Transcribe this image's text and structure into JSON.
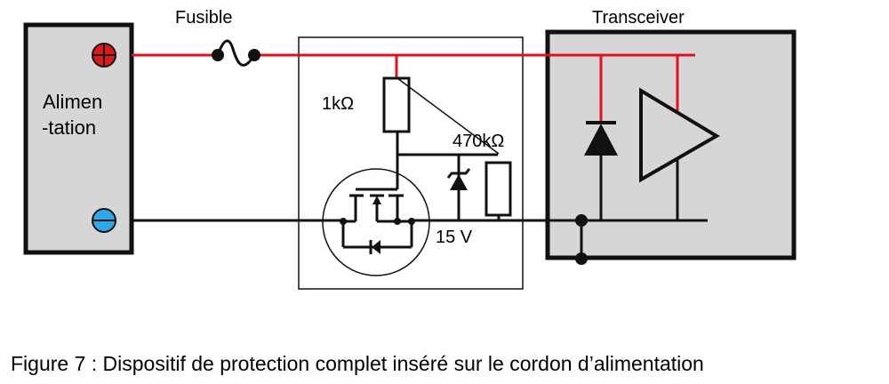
{
  "labels": {
    "fuse": "Fusible",
    "transceiver": "Transceiver",
    "supply_line1": "Alimen",
    "supply_line2": "-tation",
    "resistor_1": "1kΩ",
    "resistor_2": "470kΩ",
    "zener": "15 V"
  },
  "caption": "Figure 7 : Dispositif de protection complet inséré sur le cordon d’alimentation",
  "colors": {
    "positive_wire": "#e01020",
    "box_fill": "#d6d6d6",
    "plus_terminal": "#e01818",
    "minus_terminal": "#30a8e8"
  }
}
